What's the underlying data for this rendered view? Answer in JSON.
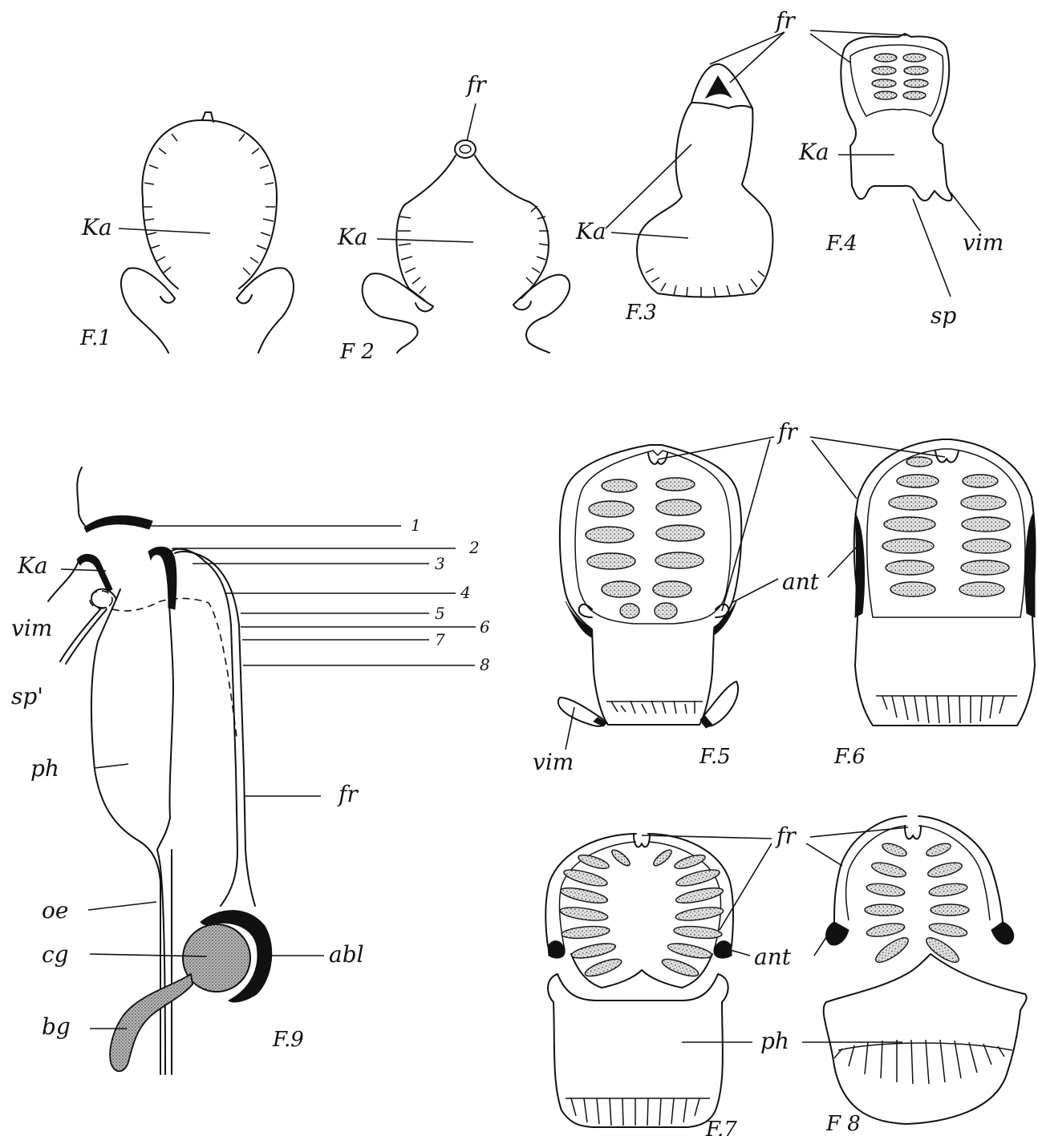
{
  "labels": {
    "ka": "Ka",
    "fr": "fr",
    "vim": "vim",
    "sp": "sp",
    "sp_alt": "sp'",
    "ph": "ph",
    "oe": "oe",
    "cg": "cg",
    "bg": "bg",
    "abl": "abl",
    "ant": "ant"
  },
  "figures": {
    "f1": "F.1",
    "f2": "F 2",
    "f3": "F.3",
    "f4": "F.4",
    "f5": "F.5",
    "f6": "F.6",
    "f7": "F.7",
    "f8": "F 8",
    "f9": "F.9"
  },
  "layers": [
    "1",
    "2",
    "3",
    "4",
    "5",
    "6",
    "7",
    "8"
  ],
  "colors": {
    "ink": "#111111",
    "paper": "#ffffff",
    "stipple": "#cfcfcf"
  }
}
